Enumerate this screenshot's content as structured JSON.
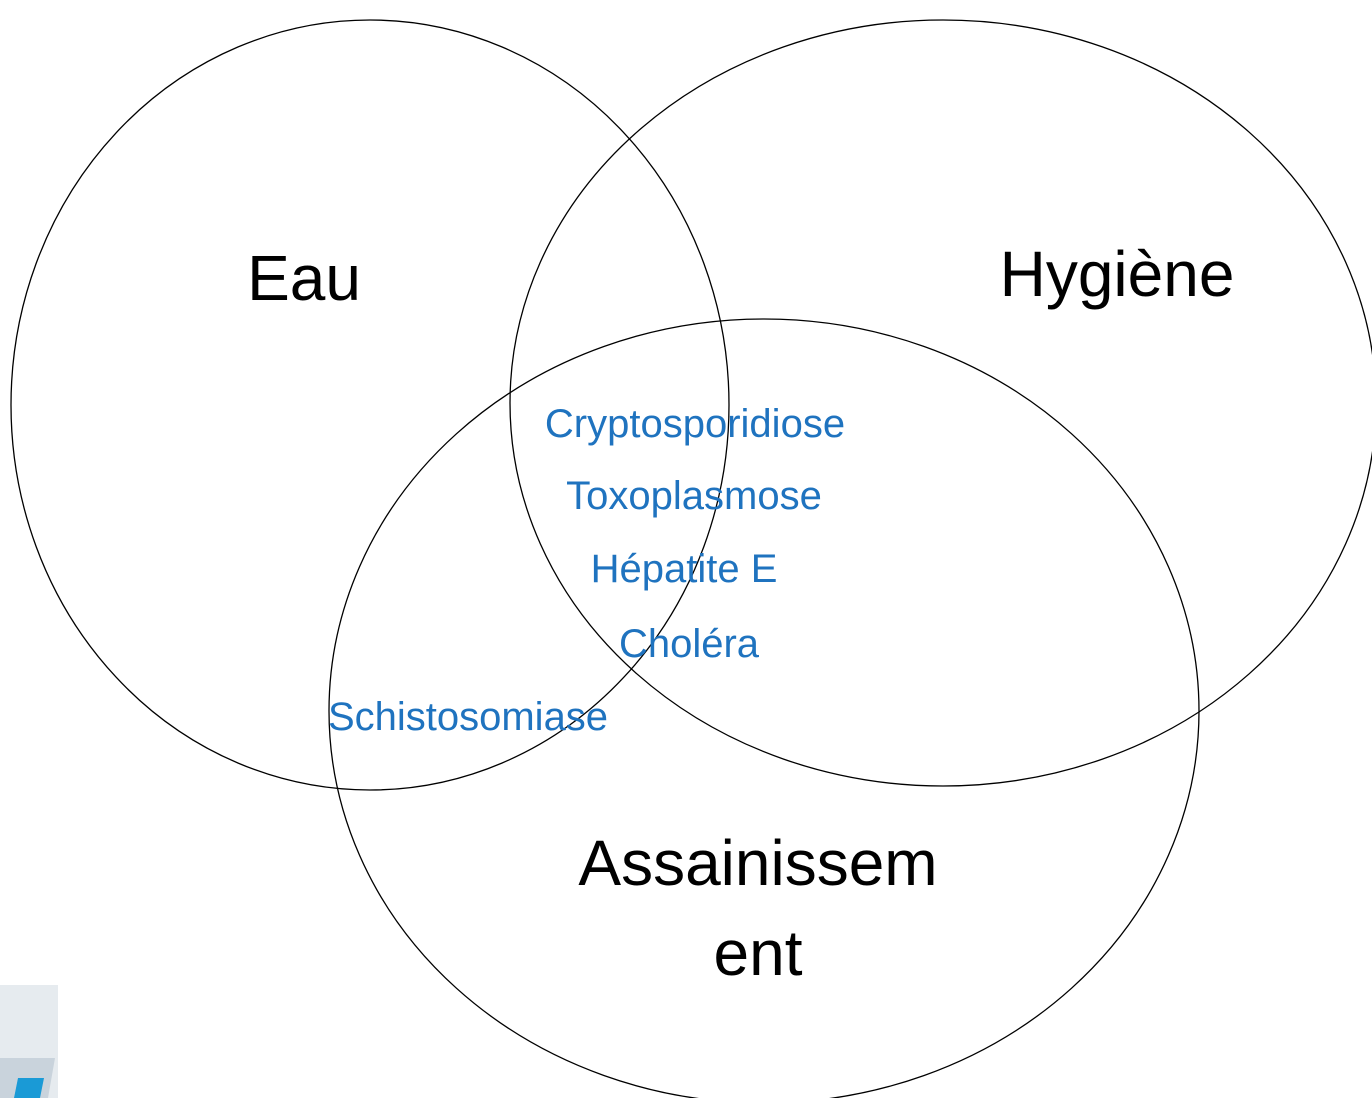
{
  "diagram": {
    "type": "venn",
    "sets": [
      {
        "id": "eau",
        "label": "Eau"
      },
      {
        "id": "hygiene",
        "label": "Hygiène"
      },
      {
        "id": "assainissement",
        "label_lines": [
          "Assainissem",
          "ent"
        ]
      }
    ],
    "intersections": {
      "eau_hygiene_assainissement": [
        "Cryptosporidiose",
        "Toxoplasmose",
        "Hépatite E",
        "Choléra"
      ],
      "eau_assainissement": [
        "Schistosomiase"
      ]
    },
    "colors": {
      "outline": "#000000",
      "set_text": "#000000",
      "item_text": "#1f73bf",
      "logo_light": "#c9d3dc",
      "logo_blue": "#1a9ad6"
    }
  },
  "logo": {
    "icon": "partial-T-logo-mark"
  }
}
